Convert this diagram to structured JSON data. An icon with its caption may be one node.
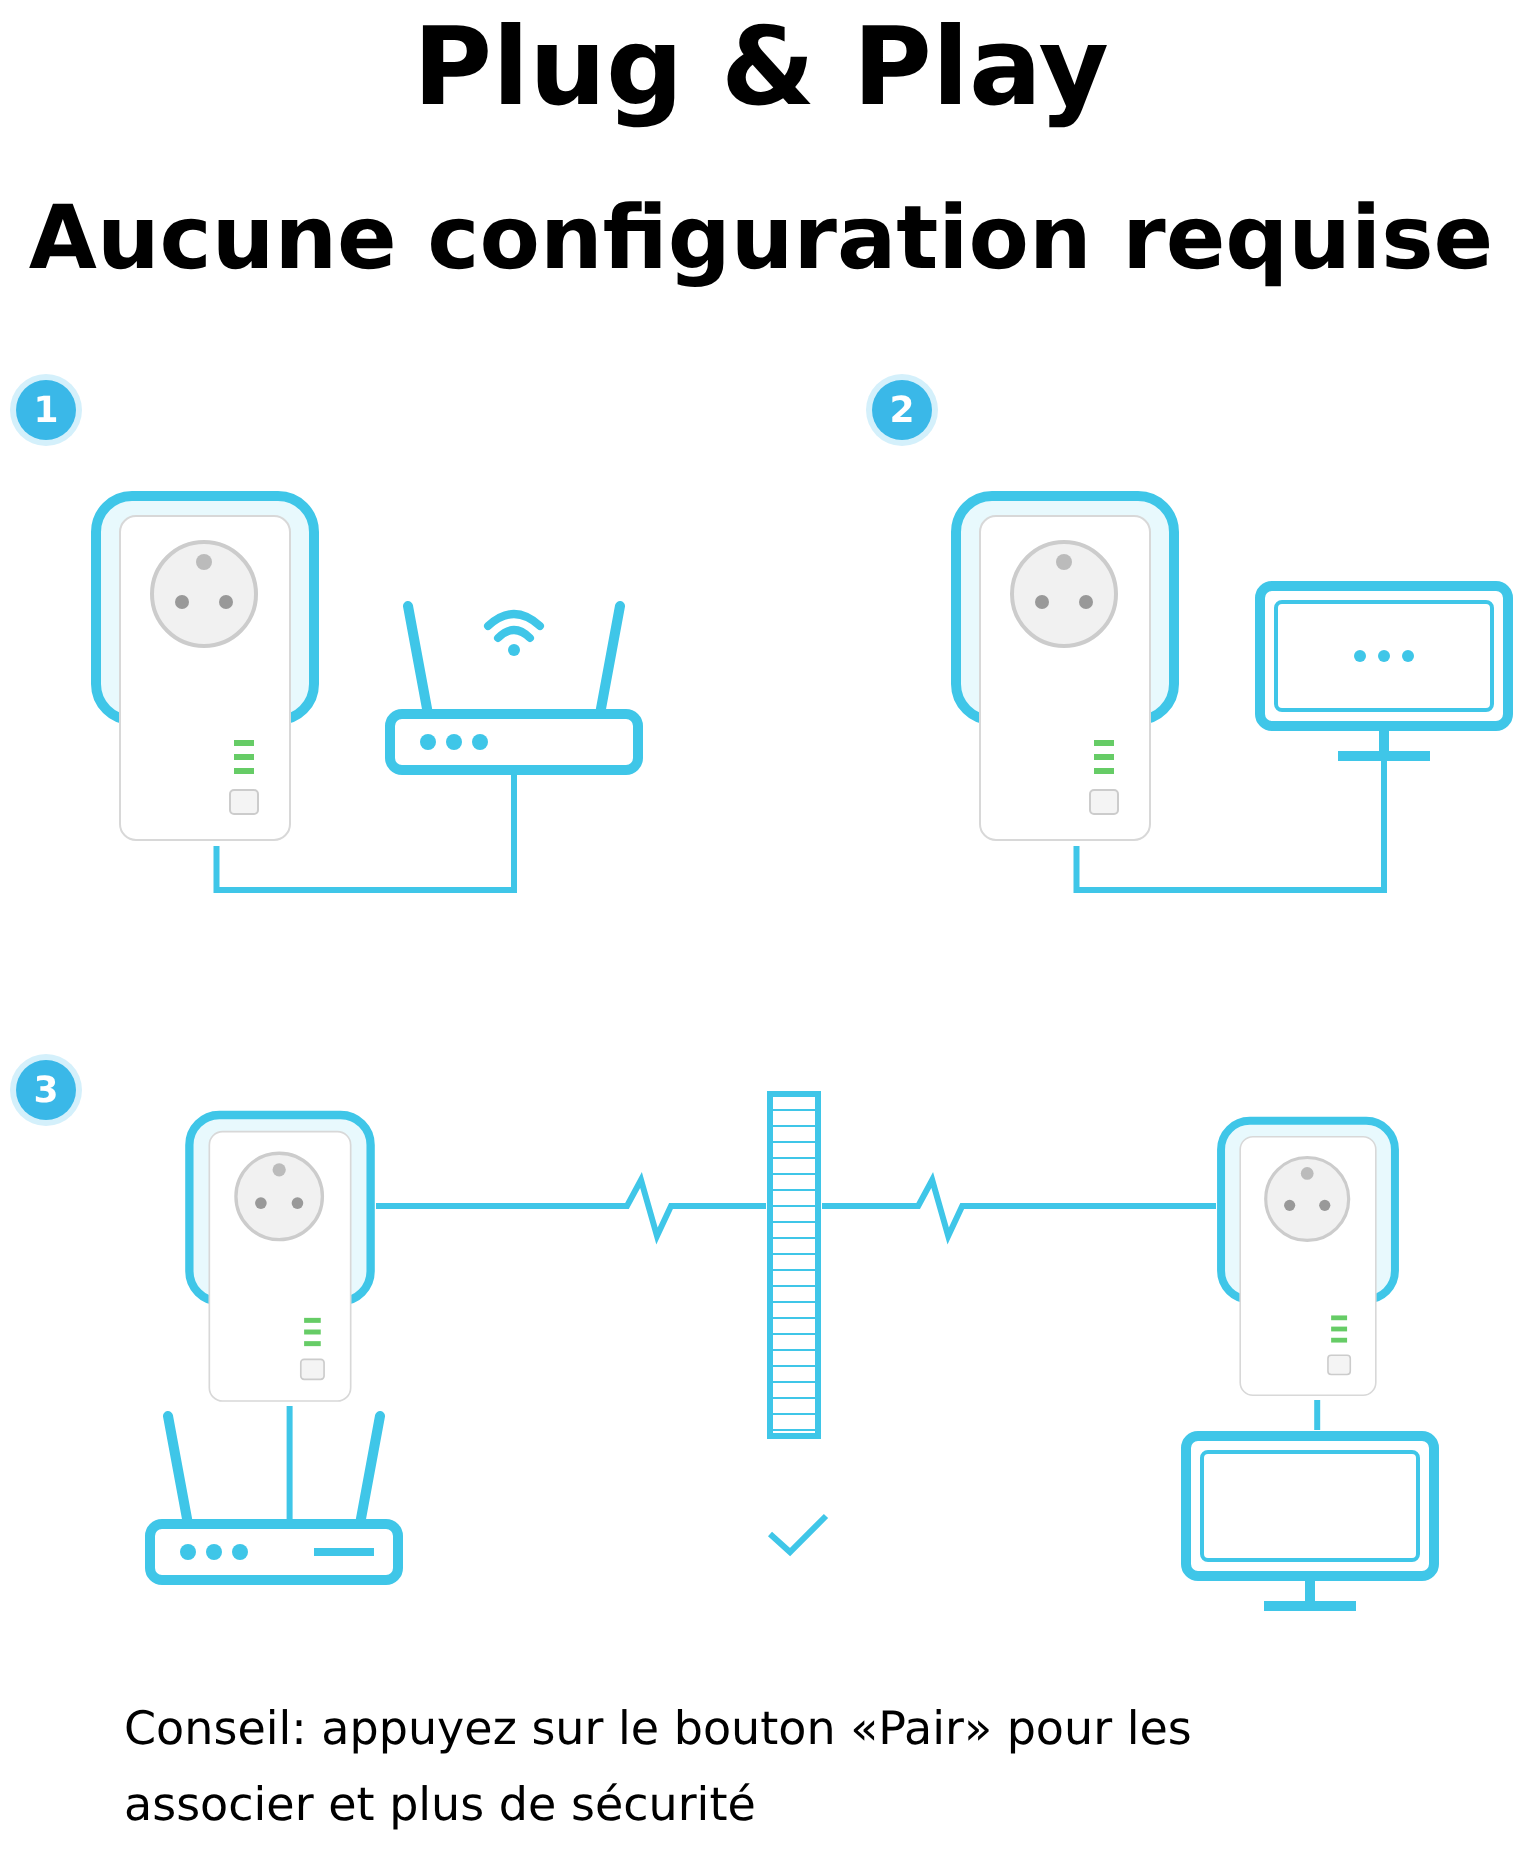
{
  "diagram": {
    "title": "Plug & Play",
    "nodes": [
      {
        "text": [
          "1"
        ]
      },
      {
        "text": [
          "2"
        ]
      },
      {
        "text": [],
        "shape": "picture"
      },
      {
        "text": [],
        "shape": "picture"
      },
      {
        "text": [],
        "shape": "picture"
      },
      {
        "text": [],
        "shape": "picture"
      },
      {
        "text": [
          "3"
        ]
      },
      {
        "text": [],
        "shape": "picture"
      },
      {
        "text": [],
        "shape": "picture"
      },
      {
        "text": [],
        "shape": "picture"
      },
      {
        "text": [],
        "shape": "picture"
      },
      {
        "text": [],
        "shape": "picture"
      }
    ],
    "edges": [
      {
        "from": 2,
        "to": 3,
        "arrow": "none"
      },
      {
        "from": 4,
        "to": 5,
        "arrow": "none"
      },
      {
        "from": 7,
        "to": 8,
        "arrow": "none"
      },
      {
        "from": 8,
        "to": 9,
        "arrow": "none"
      },
      {
        "from": 7,
        "to": 10,
        "arrow": "none"
      },
      {
        "from": 9,
        "to": 11,
        "arrow": "none"
      }
    ],
    "labels": [
      "Aucune configuration requise",
      "Conseil: appuyez sur le bouton «Pair» pour les associer et plus de sécurité"
    ]
  }
}
